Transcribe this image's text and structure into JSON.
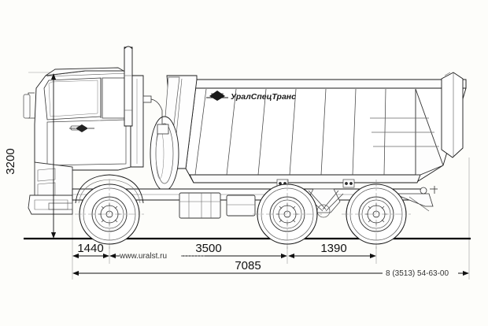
{
  "drawing": {
    "title": "Dump truck side-view technical drawing",
    "subject": "UralSpecTrans dump truck",
    "background_color": "#fdfdfa",
    "line_color": "#1a1a1a",
    "thin_line_color": "#555555",
    "ground_line_color": "#000000"
  },
  "brand": {
    "logo_text": "УралСпецТранс",
    "emblem_name": "diamond-arrow-emblem",
    "cab_emblem_name": "cab-diamond-emblem"
  },
  "dimensions": {
    "height": {
      "value": "3200",
      "label": "overall height",
      "orientation": "vertical"
    },
    "wheelbase_front": {
      "value": "1440",
      "label": "front overhang to first axle"
    },
    "wheelbase_mid": {
      "value": "3500",
      "label": "first axle to second axle"
    },
    "wheelbase_rear": {
      "value": "1390",
      "label": "second axle to third axle"
    },
    "overall_length": {
      "value": "7085",
      "label": "overall length"
    }
  },
  "watermarks": {
    "website": "www.uralst.ru",
    "phone": "8 (3513) 54-63-00"
  }
}
